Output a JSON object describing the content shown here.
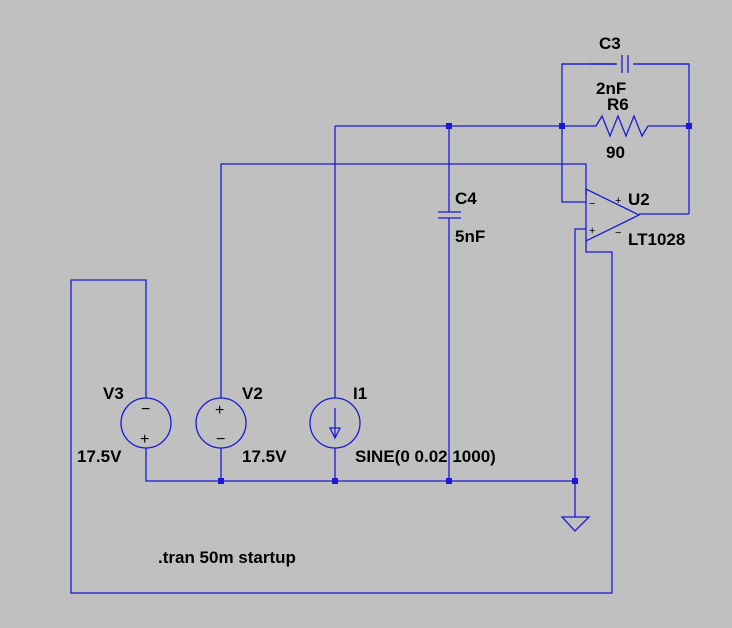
{
  "colors": {
    "background": "#c0c0c0",
    "wire": "#1a1ad6",
    "text": "#000000"
  },
  "components": {
    "C3": {
      "name": "C3",
      "value": "2nF"
    },
    "R6": {
      "name": "R6",
      "value": "90"
    },
    "C4": {
      "name": "C4",
      "value": "5nF"
    },
    "U2": {
      "name": "U2",
      "value": "LT1028"
    },
    "V3": {
      "name": "V3",
      "value": "17.5V"
    },
    "V2": {
      "name": "V2",
      "value": "17.5V"
    },
    "I1": {
      "name": "I1",
      "value": "SINE(0 0.02 1000)"
    }
  },
  "spice_directive": ".tran 50m startup",
  "opamp_pins": {
    "plus": "+",
    "minus": "−"
  },
  "source_polarity": {
    "plus": "+",
    "minus": "−"
  }
}
